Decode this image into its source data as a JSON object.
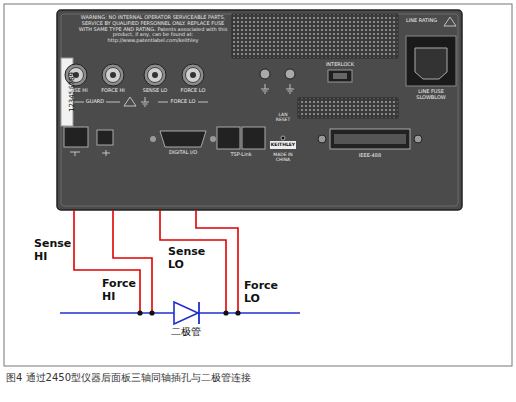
{
  "diagram": {
    "caption": "图4 通过2450型仪器后面板三轴同轴插孔与二极管连接",
    "labels": [
      "WARNING: NO INTERNAL OPERATOR SERVICEABLE PARTS, SERVICE BY QUALIFIED PERSONNEL ONLY. REPLACE FUSE WITH SAME TYPE AND RATING. Patents associated with this product, if any, can be found at: http://www.patentlabel.com/keithley",
      "123456789",
      "SENSE HI",
      "FORCE HI",
      "SENSE LO",
      "FORCE LO",
      "GUARD",
      "FORCE LO",
      "LINE RATING",
      "INTERLOCK",
      "LINE FUSE SLOWBLOW",
      "DIGITAL I/O",
      "TSP-Link",
      "LAN RESET",
      "KEITHLEY",
      "MADE IN CHINA",
      "IEEE-488",
      "Sense HI",
      "Force HI",
      "Sense LO",
      "Force LO",
      "二极管"
    ]
  }
}
